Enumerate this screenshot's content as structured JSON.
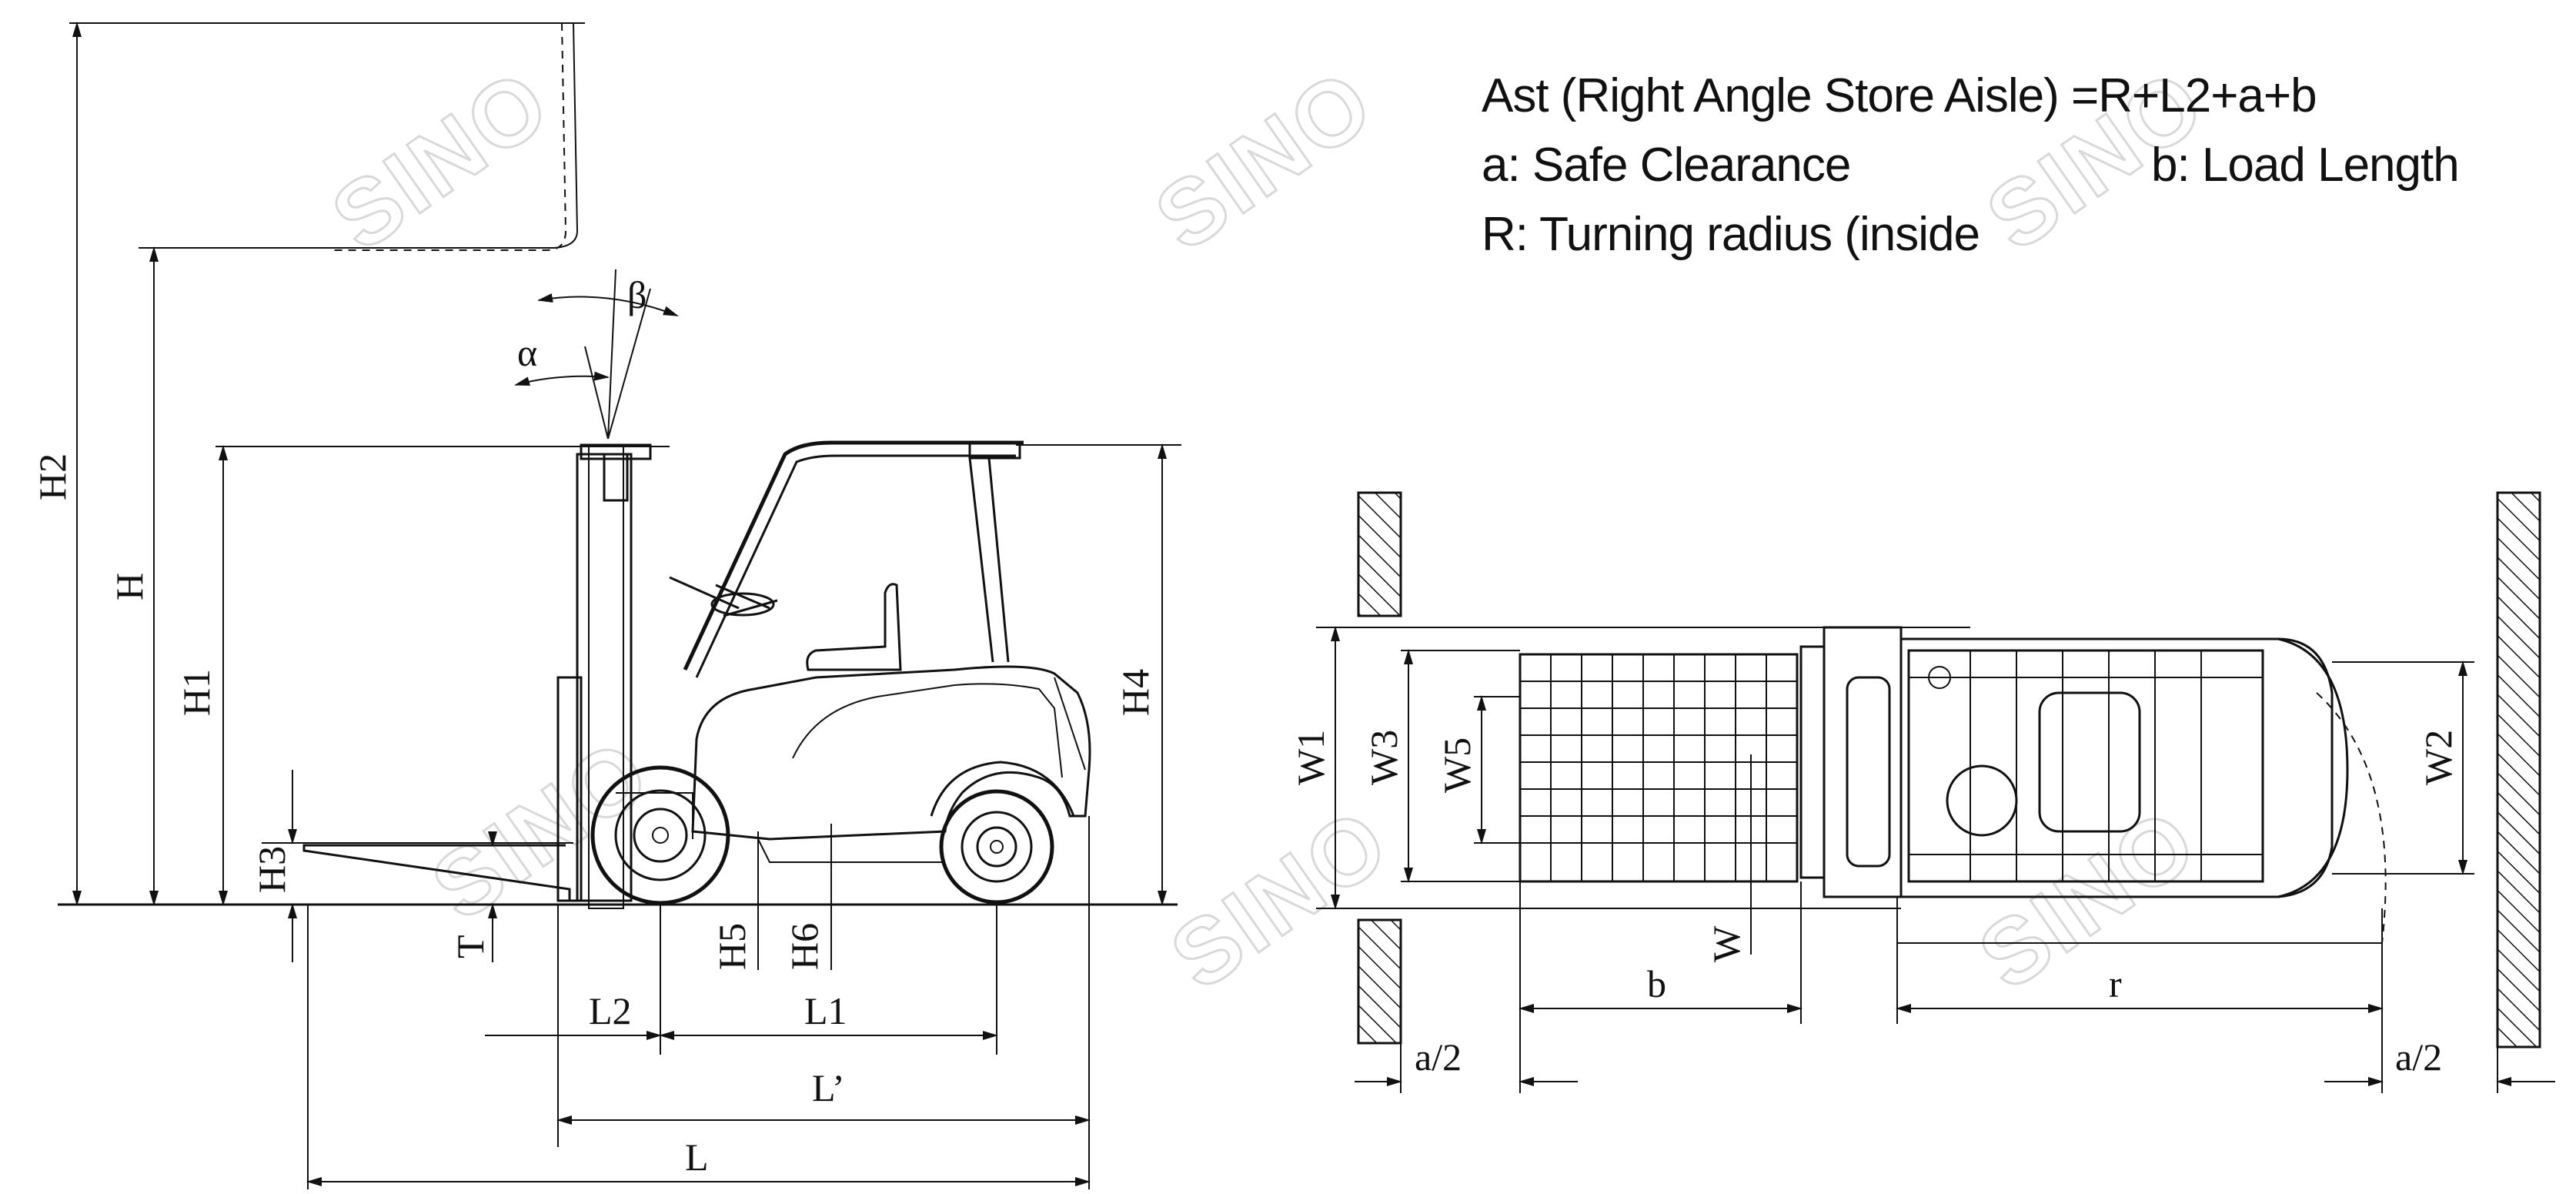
{
  "notes": {
    "line1": "Ast (Right Angle Store Aisle) =R+L2+a+b",
    "line2_left": "a: Safe Clearance",
    "line2_right": "b: Load Length",
    "line3": "R: Turning radius (inside"
  },
  "side_view": {
    "labels": {
      "H2": "H2",
      "H": "H",
      "H1": "H1",
      "H3": "H3",
      "H4": "H4",
      "H5": "H5",
      "H6": "H6",
      "T": "T",
      "L2": "L2",
      "L1": "L1",
      "L_prime": "L’",
      "L": "L",
      "alpha": "α",
      "beta": "β"
    }
  },
  "top_view": {
    "labels": {
      "W1": "W1",
      "W3": "W3",
      "W5": "W5",
      "W2": "W2",
      "W": "W",
      "b": "b",
      "r": "r",
      "a_half_left": "a/2",
      "a_half_right": "a/2"
    }
  },
  "watermark": {
    "text": "SINO"
  }
}
